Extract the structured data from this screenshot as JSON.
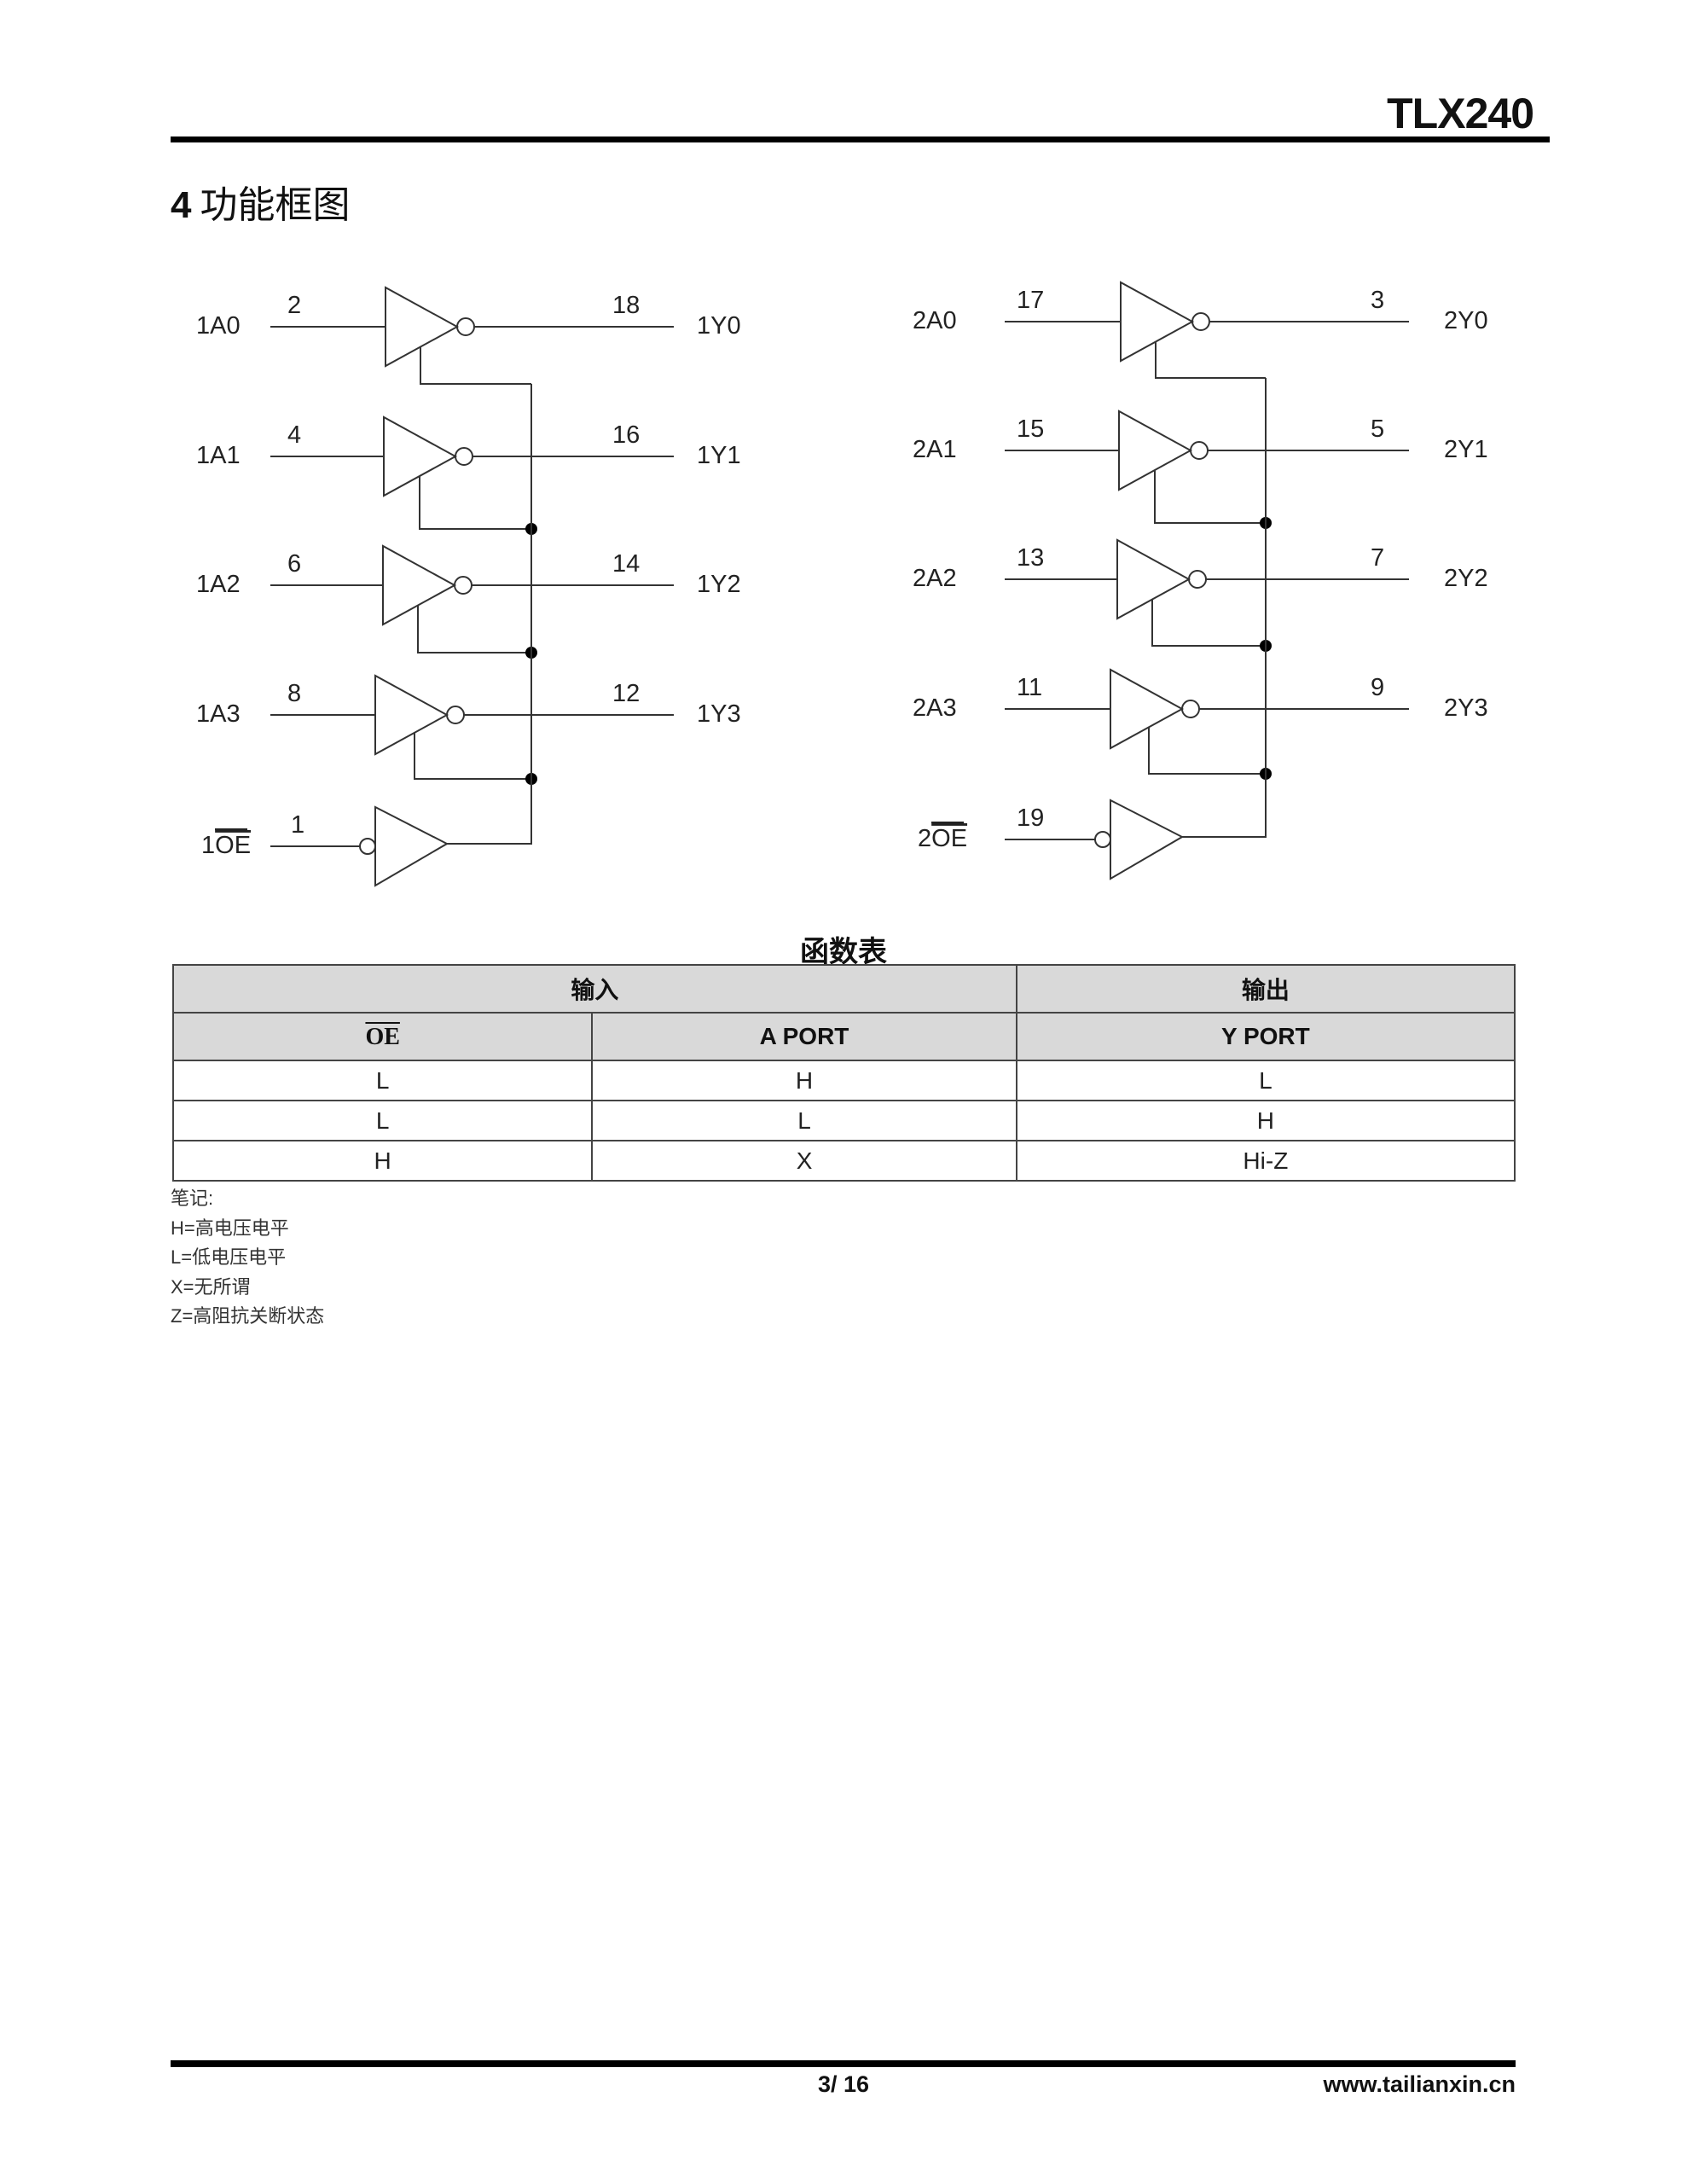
{
  "header": {
    "doc_title": "TLX240"
  },
  "section": {
    "number": "4",
    "title": "功能框图"
  },
  "diagram": {
    "groups": [
      {
        "id": "1",
        "buffers": [
          {
            "input_label": "1A0",
            "input_pin": "2",
            "output_pin": "18",
            "output_label": "1Y0"
          },
          {
            "input_label": "1A1",
            "input_pin": "4",
            "output_pin": "16",
            "output_label": "1Y1"
          },
          {
            "input_label": "1A2",
            "input_pin": "6",
            "output_pin": "14",
            "output_label": "1Y2"
          },
          {
            "input_label": "1A3",
            "input_pin": "8",
            "output_pin": "12",
            "output_label": "1Y3"
          }
        ],
        "enable": {
          "label_prefix": "1",
          "label_bar": "OE",
          "pin": "1"
        }
      },
      {
        "id": "2",
        "buffers": [
          {
            "input_label": "2A0",
            "input_pin": "17",
            "output_pin": "3",
            "output_label": "2Y0"
          },
          {
            "input_label": "2A1",
            "input_pin": "15",
            "output_pin": "5",
            "output_label": "2Y1"
          },
          {
            "input_label": "2A2",
            "input_pin": "13",
            "output_pin": "7",
            "output_label": "2Y2"
          },
          {
            "input_label": "2A3",
            "input_pin": "11",
            "output_pin": "9",
            "output_label": "2Y3"
          }
        ],
        "enable": {
          "label_prefix": "2",
          "label_bar": "OE",
          "pin": "19"
        }
      }
    ]
  },
  "function_table": {
    "title": "函数表",
    "group_headers": {
      "inputs": "输入",
      "outputs": "输出"
    },
    "columns": {
      "oe": "OE",
      "a_port": "A PORT",
      "y_port": "Y PORT"
    },
    "rows": [
      {
        "oe": "L",
        "a": "H",
        "y": "L"
      },
      {
        "oe": "L",
        "a": "L",
        "y": "H"
      },
      {
        "oe": "H",
        "a": "X",
        "y": "Hi-Z"
      }
    ],
    "header_bg": "#d9d9d9"
  },
  "notes": {
    "heading": "笔记:",
    "items": [
      "H=高电压电平",
      "L=低电压电平",
      "X=无所谓",
      "Z=高阻抗关断状态"
    ]
  },
  "footer": {
    "page": "3/ 16",
    "website": "www.tailianxin.cn"
  }
}
